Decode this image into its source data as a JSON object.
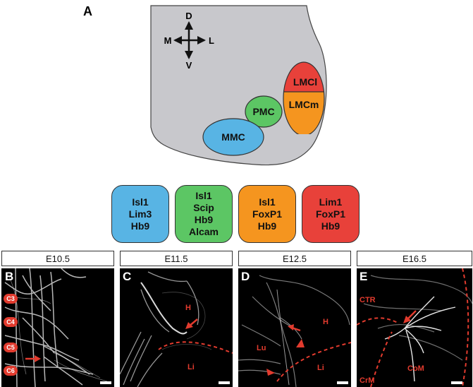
{
  "panel_a": {
    "letter": "A",
    "compass": {
      "up": "D",
      "down": "V",
      "left": "M",
      "right": "L"
    },
    "columns": {
      "lmcl": "LMCl",
      "lmcm": "LMCm",
      "pmc": "PMC",
      "mmc": "MMC"
    },
    "colors": {
      "lmcl": "#e8413a",
      "lmcm": "#f5951f",
      "pmc": "#5cc664",
      "mmc": "#58b4e4",
      "spinal_cord": "#c8c8cc"
    },
    "marker_boxes": [
      {
        "lines": [
          "Isl1",
          "Lim3",
          "Hb9"
        ],
        "color": "#58b4e4"
      },
      {
        "lines": [
          "Isl1",
          "Scip",
          "Hb9",
          "Alcam"
        ],
        "color": "#5cc664"
      },
      {
        "lines": [
          "Isl1",
          "FoxP1",
          "Hb9"
        ],
        "color": "#f5951f"
      },
      {
        "lines": [
          "Lim1",
          "FoxP1",
          "Hb9"
        ],
        "color": "#e8413a"
      }
    ]
  },
  "stages": [
    {
      "header": "E10.5",
      "letter": "B",
      "cervical_labels": [
        "C3",
        "C4",
        "C5",
        "C6"
      ]
    },
    {
      "header": "E11.5",
      "letter": "C",
      "region_labels": [
        "H",
        "Li"
      ]
    },
    {
      "header": "E12.5",
      "letter": "D",
      "region_labels": [
        "H",
        "Lu",
        "Li"
      ]
    },
    {
      "header": "E16.5",
      "letter": "E",
      "region_labels": [
        "CTR",
        "CoM",
        "CrM"
      ]
    }
  ]
}
